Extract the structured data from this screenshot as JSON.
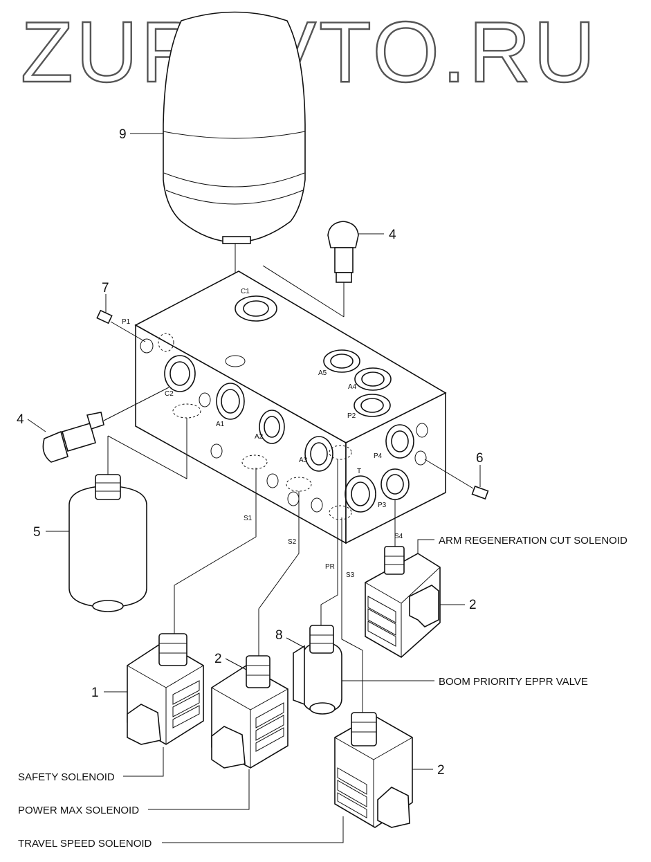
{
  "watermark": "ZURAVTO.RU",
  "callouts": {
    "n9": "9",
    "n4a": "4",
    "n4b": "4",
    "n7": "7",
    "n6": "6",
    "n5": "5",
    "n2a": "2",
    "n2b": "2",
    "n2c": "2",
    "n8": "8",
    "n1": "1"
  },
  "labels": {
    "arm_regen": "ARM REGENERATION CUT SOLENOID",
    "boom_priority": "BOOM PRIORITY EPPR VALVE",
    "safety": "SAFETY SOLENOID",
    "power_max": "POWER MAX SOLENOID",
    "travel_speed": "TRAVEL SPEED SOLENOID"
  },
  "ports": {
    "p1": "P1",
    "c1": "C1",
    "c2": "C2",
    "a1": "A1",
    "a2": "A2",
    "a3": "A3",
    "a4": "A4",
    "a5": "A5",
    "p2": "P2",
    "p3": "P3",
    "p4": "P4",
    "t": "T",
    "s1": "S1",
    "s2": "S2",
    "s3": "S3",
    "s4": "S4",
    "pr": "PR"
  }
}
